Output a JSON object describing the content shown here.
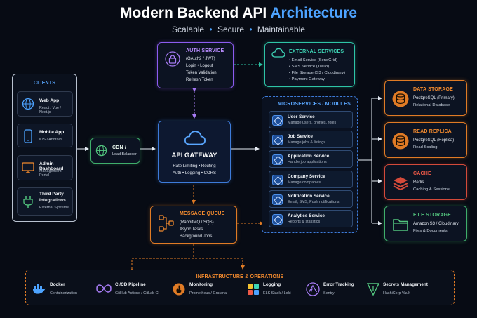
{
  "header": {
    "title_main": "Modern Backend API",
    "title_accent": "Architecture",
    "subtitle_1": "Scalable",
    "subtitle_2": "Secure",
    "subtitle_3": "Maintainable",
    "separator": "•"
  },
  "clients": {
    "title": "CLIENTS",
    "items": [
      {
        "label": "Web App",
        "desc": "React / Vue / Next.js",
        "icon": "globe-icon"
      },
      {
        "label": "Mobile App",
        "desc": "iOS / Android",
        "icon": "phone-icon"
      },
      {
        "label": "Admin Dashboard",
        "desc": "Management Portal",
        "icon": "monitor-icon"
      },
      {
        "label": "Third Party",
        "label2": "Integrations",
        "desc": "External Systems",
        "icon": "plug-icon"
      }
    ]
  },
  "cdn": {
    "title": "CDN /",
    "desc": "Load Balancer",
    "icon": "globe-icon"
  },
  "auth": {
    "title": "AUTH SERVICE",
    "lines": [
      "(OAuth2 / JWT)",
      "Login • Logout",
      "Token Validation",
      "Refresh Token"
    ],
    "icon": "lock-icon"
  },
  "external": {
    "title": "EXTERNAL SERVICES",
    "items": [
      "Email Service (SendGrid)",
      "SMS Service (Twilio)",
      "File Storage (S3 / Cloudinary)",
      "Payment Gateway"
    ],
    "bullet": "•",
    "icon": "cloud-icon"
  },
  "gateway": {
    "title": "API GATEWAY",
    "line1": "Rate Limiting • Routing",
    "line2": "Auth • Logging • CORS",
    "icon": "cloud-icon"
  },
  "queue": {
    "title": "MESSAGE QUEUE",
    "lines": [
      "(RabbitMQ / SQS)",
      "Async Tasks",
      "Background Jobs"
    ],
    "icon": "workflow-icon"
  },
  "microservices": {
    "title": "MICROSERVICES / MODULES",
    "items": [
      {
        "name": "User Service",
        "desc": "Manage users, profiles, roles"
      },
      {
        "name": "Job Service",
        "desc": "Manage jobs & listings"
      },
      {
        "name": "Application Service",
        "desc": "Handle job applications"
      },
      {
        "name": "Company Service",
        "desc": "Manage companies"
      },
      {
        "name": "Notification Service",
        "desc": "Email, SMS, Push notifications"
      },
      {
        "name": "Analytics Service",
        "desc": "Reports & statistics"
      }
    ]
  },
  "storage": [
    {
      "title": "DATA STORAGE",
      "line1": "PostgreSQL (Primary)",
      "line2": "Relational Database",
      "icon": "database-icon",
      "color": "#f28a2e"
    },
    {
      "title": "READ REPLICA",
      "line1": "PostgreSQL (Replica)",
      "line2": "Read Scaling",
      "icon": "database-icon",
      "color": "#f28a2e"
    },
    {
      "title": "CACHE",
      "line1": "Redis",
      "line2": "Caching & Sessions",
      "icon": "layers-icon",
      "color": "#ef5a48"
    },
    {
      "title": "FILE STORAGE",
      "line1": "Amazon S3 / Cloudinary",
      "line2": "Files & Documents",
      "icon": "folder-icon",
      "color": "#52c47e"
    }
  ],
  "infra": {
    "title": "INFRASTRUCTURE & OPERATIONS",
    "items": [
      {
        "name": "Docker",
        "desc": "Containerization",
        "icon": "docker-icon"
      },
      {
        "name": "CI/CD Pipeline",
        "desc": "GitHub Actions / GitLab CI",
        "icon": "infinity-icon"
      },
      {
        "name": "Monitoring",
        "desc": "Prometheus / Grafana",
        "icon": "flame-icon"
      },
      {
        "name": "Logging",
        "desc": "ELK Stack / Loki",
        "icon": "logging-icon"
      },
      {
        "name": "Error Tracking",
        "desc": "Sentry",
        "icon": "sentry-icon"
      },
      {
        "name": "Secrets Management",
        "desc": "HashiCorp Vault",
        "icon": "vault-icon"
      }
    ]
  },
  "colors": {
    "background": "#070b14",
    "accent_blue": "#4da3ff",
    "purple": "#8c5cf0",
    "teal": "#2ec4a6",
    "orange": "#e07b25",
    "green": "#3fae6b",
    "red": "#d44a3a"
  }
}
